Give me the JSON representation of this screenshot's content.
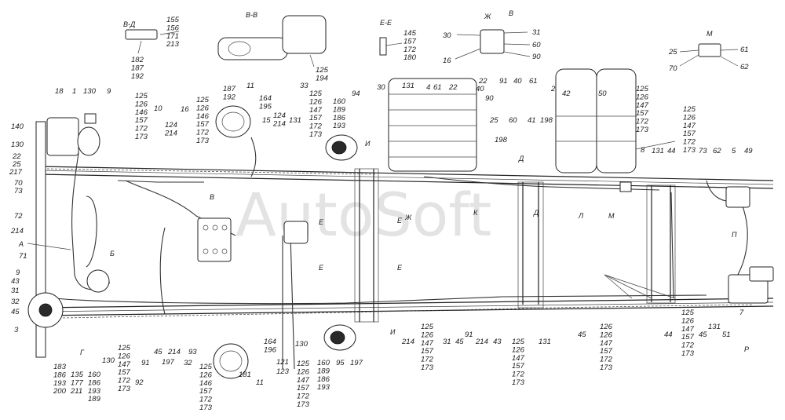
{
  "watermark": "AutoSoft",
  "section_labels": {
    "vd": "В-Д",
    "vv": "В-В",
    "ee": "Е-Е",
    "zh": "Ж",
    "m": "М",
    "b_top": "В",
    "b_bottom": "В",
    "i_top": "И",
    "i_bottom": "И",
    "e1": "Е",
    "e2": "Е",
    "e3": "Е",
    "e4": "Е",
    "zh_arrow": "Ж",
    "k_arrow": "К",
    "d_top": "Д",
    "d_arrow": "Д",
    "l_arrow": "Л",
    "m_arrow": "М",
    "p_arrow": "П",
    "r_arrow": "Р",
    "a_arrow": "А",
    "b_arrow": "Б",
    "g_arrow": "Г"
  },
  "callouts": {
    "vd_nums": "155\n156\n171\n213",
    "vd_nums2": "182\n187\n192",
    "vv_nums": "125\n194",
    "ee_nums": "145\n157\n172\n180",
    "zh_30": "30",
    "zh_31": "31",
    "zh_60": "60",
    "zh_90": "90",
    "zh_16": "16",
    "zh_22": "22",
    "zh_91": "91",
    "zh_40": "40",
    "zh_61": "61",
    "m_25": "25",
    "m_61": "61",
    "m_70": "70",
    "m_62": "62",
    "c18": "18",
    "c1": "1",
    "c130a": "130",
    "c9a": "9",
    "stack_a": "125\n126\n146\n157\n172\n173",
    "c10": "10",
    "stack_124a": "124\n214",
    "c16": "16",
    "stack_b": "125\n126\n146\n157\n172\n173",
    "stack_187": "187\n192",
    "c11a": "11",
    "stack_164a": "164\n195",
    "c15": "15",
    "stack_124b": "124\n214",
    "c131a": "131",
    "c33": "33",
    "stack_c": "125\n126\n147\n157\n172\n173",
    "stack_160a": "160\n189\n186\n193",
    "c94": "94",
    "c30": "30",
    "c131b": "131",
    "c4": "4",
    "c61": "61",
    "c22": "22",
    "c40": "40",
    "c90": "90",
    "c25": "25",
    "c198a": "198",
    "c60": "60",
    "c41": "41",
    "c198b": "198",
    "c2": "2",
    "c42": "42",
    "c50": "50",
    "stack_d": "125\n126\n147\n157\n172\n173",
    "c8": "8",
    "c131c": "131",
    "c44a": "44",
    "stack_e": "125\n126\n147\n157\n172\n173",
    "c73": "73",
    "c62": "62",
    "c5": "5",
    "c49": "49",
    "c140": "140",
    "c130b": "130",
    "c22b": "22",
    "c25b": "25",
    "c217": "217",
    "c70": "70",
    "c73b": "73",
    "c72": "72",
    "c214a": "214",
    "c71": "71",
    "c9b": "9",
    "c43": "43",
    "c31": "31",
    "c32": "32",
    "c45": "45",
    "c3": "3",
    "stack_f": "183\n186\n193\n200",
    "stack_135": "135\n177\n211",
    "stack_160b": "160\n186\n193\n189",
    "c130c": "130",
    "stack_g": "125\n126\n147\n157\n172\n173",
    "c91a": "91",
    "c92": "92",
    "c45b": "45",
    "c197a": "197",
    "c214b": "214",
    "c32b": "32",
    "c93": "93",
    "stack_h": "125\n126\n146\n157\n172\n173",
    "c181": "181",
    "c11b": "11",
    "stack_164b": "164\n196",
    "c121": "121",
    "c123": "123",
    "c130d": "130",
    "stack_i": "125\n126\n147\n157\n172\n173",
    "stack_160c": "160\n189\n186\n193",
    "c95": "95",
    "c197b": "197",
    "c214c": "214",
    "stack_j": "125\n126\n147\n157\n172\n173",
    "c31b": "31",
    "c45c": "45",
    "c91b": "91",
    "c214d": "214",
    "c43b": "43",
    "stack_k": "125\n126\n147\n157\n172\n173",
    "c131d": "131",
    "c45d": "45",
    "stack_l": "126\n126\n147\n157\n172\n173",
    "c44b": "44",
    "stack_m": "125\n126\n147\n157\n172\n173",
    "c45e": "45",
    "c131e": "131",
    "c51": "51",
    "c7": "7"
  }
}
